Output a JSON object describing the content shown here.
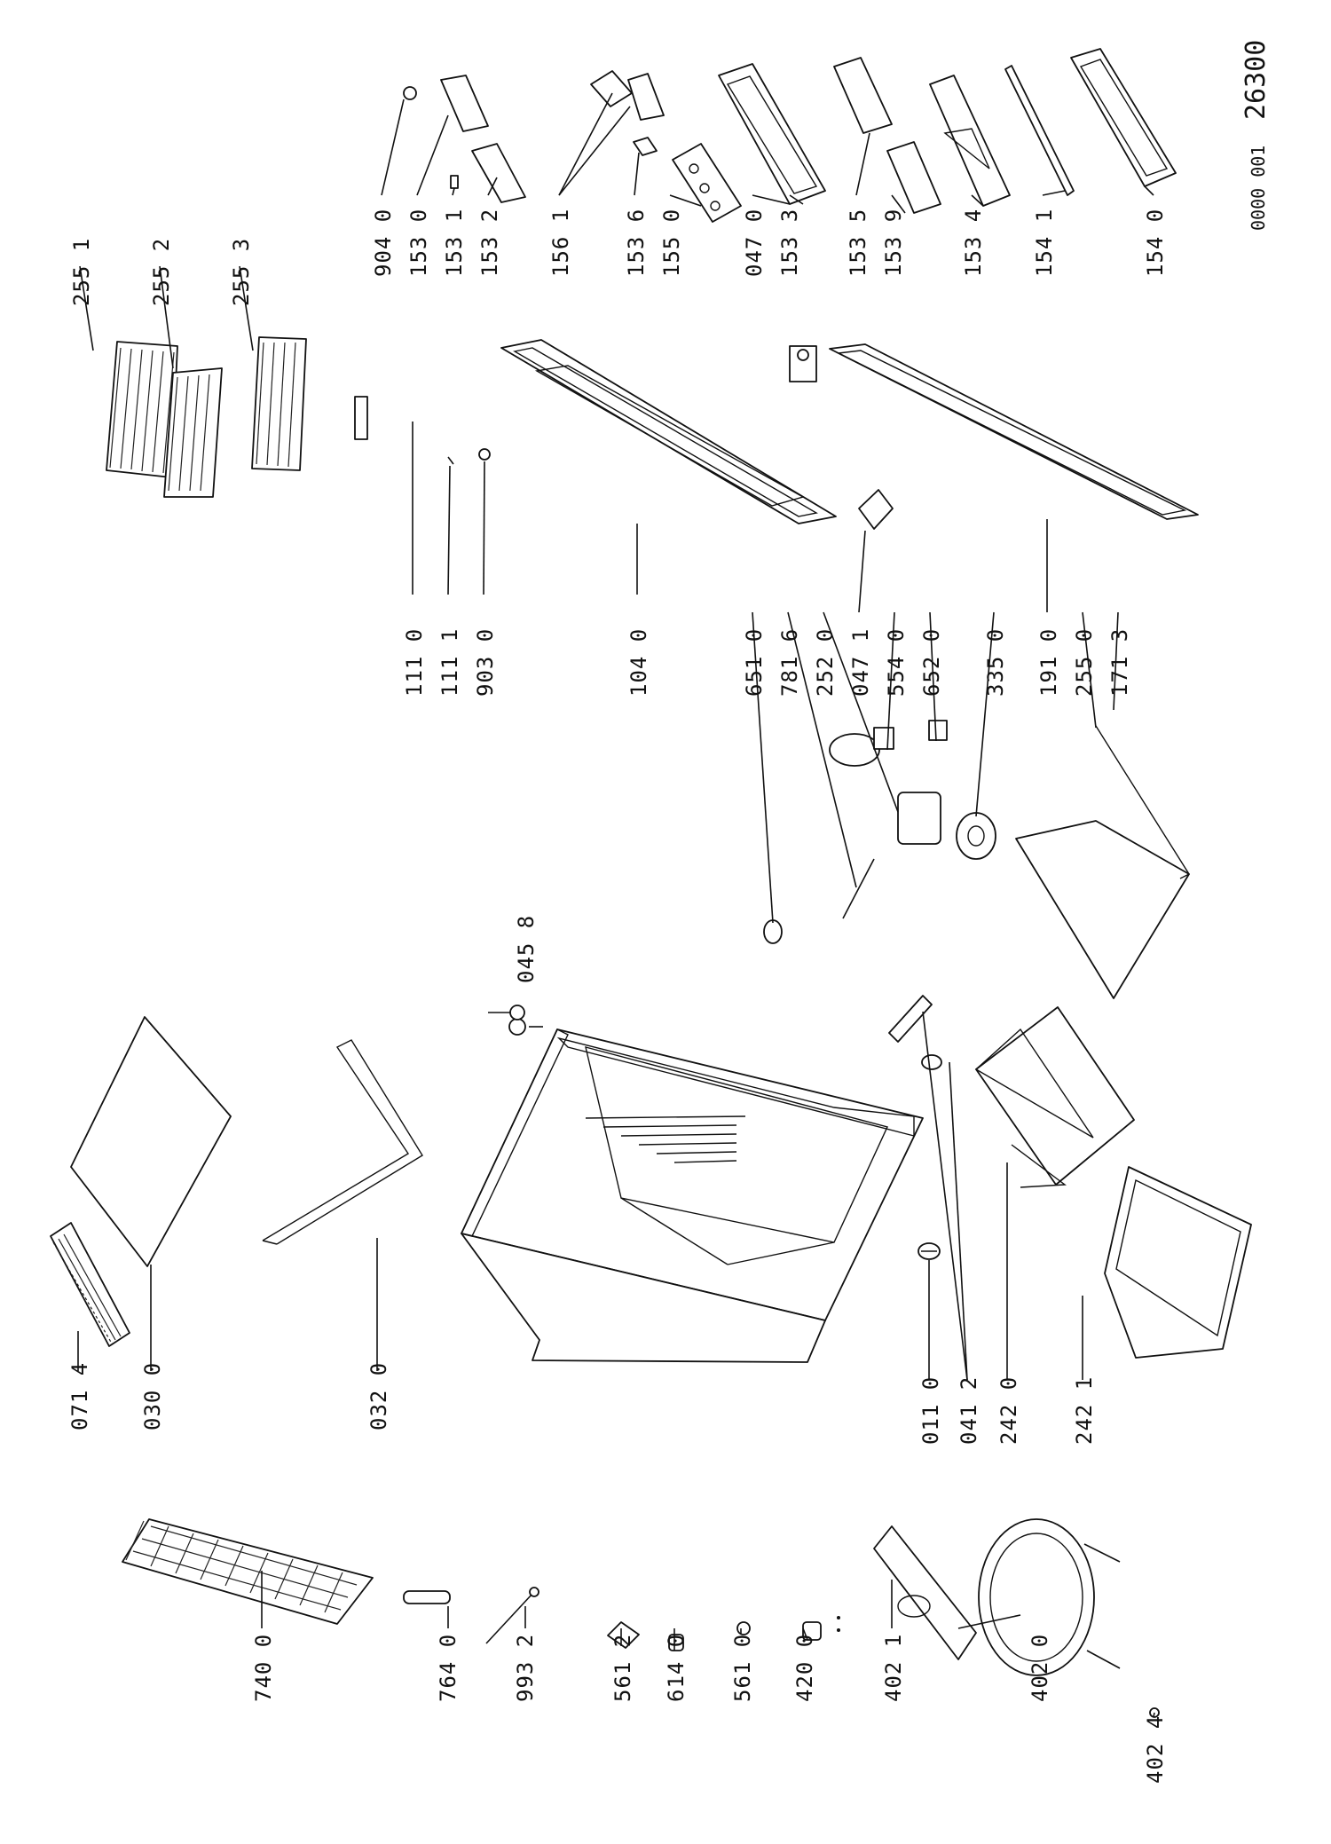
{
  "document": {
    "code": "26300",
    "code_prefix": "0000 001"
  },
  "labels": {
    "p_0714": "071 4",
    "p_0300": "030 0",
    "p_0320": "032 0",
    "p_0110": "011 0",
    "p_0412": "041 2",
    "p_2420": "242 0",
    "p_2421": "242 1",
    "p_0458": "045 8",
    "p_7400": "740 0",
    "p_7640": "764 0",
    "p_9932": "993 2",
    "p_5612": "561 2",
    "p_6140": "614 0",
    "p_5610": "561 0",
    "p_4200": "420 0",
    "p_4021": "402 1",
    "p_4020": "402 0",
    "p_4024": "402 4",
    "p_2551": "255 1",
    "p_2552": "255 2",
    "p_2553": "255 3",
    "p_1110": "111 0",
    "p_1111": "111 1",
    "p_9030": "903 0",
    "p_1040": "104 0",
    "p_6510": "651 0",
    "p_7816": "781 6",
    "p_2520": "252 0",
    "p_0471": "047 1",
    "p_5540": "554 0",
    "p_6520": "652 0",
    "p_3350": "335 0",
    "p_1910": "191 0",
    "p_2550": "255 0",
    "p_1713": "171 3",
    "p_9040": "904 0",
    "p_1530": "153 0",
    "p_1531": "153 1",
    "p_1532": "153 2",
    "p_1561": "156 1",
    "p_1536": "153 6",
    "p_1550": "155 0",
    "p_0470": "047 0",
    "p_1533": "153 3",
    "p_1535": "153 5",
    "p_1539": "153 9",
    "p_1534": "153 4",
    "p_1541": "154 1",
    "p_1540": "154 0"
  }
}
